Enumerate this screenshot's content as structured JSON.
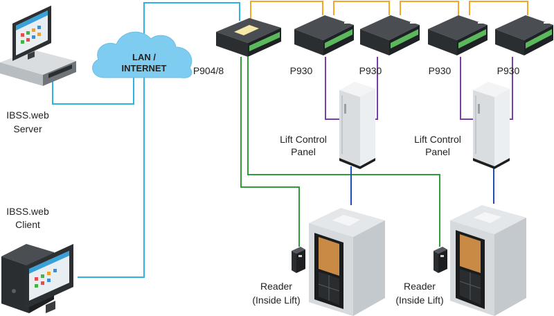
{
  "labels": {
    "cloud_line1": "LAN /",
    "cloud_line2": "INTERNET",
    "server_line1": "IBSS.web",
    "server_line2": "Server",
    "client_line1": "IBSS.web",
    "client_line2": "Client",
    "master_controller": "P904/8",
    "p930_1": "P930",
    "p930_2": "P930",
    "p930_3": "P930",
    "p930_4": "P930",
    "lift_panel_1_line1": "Lift Control",
    "lift_panel_1_line2": "Panel",
    "lift_panel_2_line1": "Lift Control",
    "lift_panel_2_line2": "Panel",
    "reader_1_line1": "Reader",
    "reader_1_line2": "(Inside Lift)",
    "reader_2_line1": "Reader",
    "reader_2_line2": "(Inside Lift)"
  },
  "colors": {
    "lan": "#2bb3e6",
    "rs485": "#f5a623",
    "relay": "#7a3fa6",
    "reader": "#2e9e3a",
    "lift": "#1f4fb5",
    "cloud": "#7ecdf1",
    "controller": "#3a3d40",
    "terminal": "#5cb85c"
  }
}
